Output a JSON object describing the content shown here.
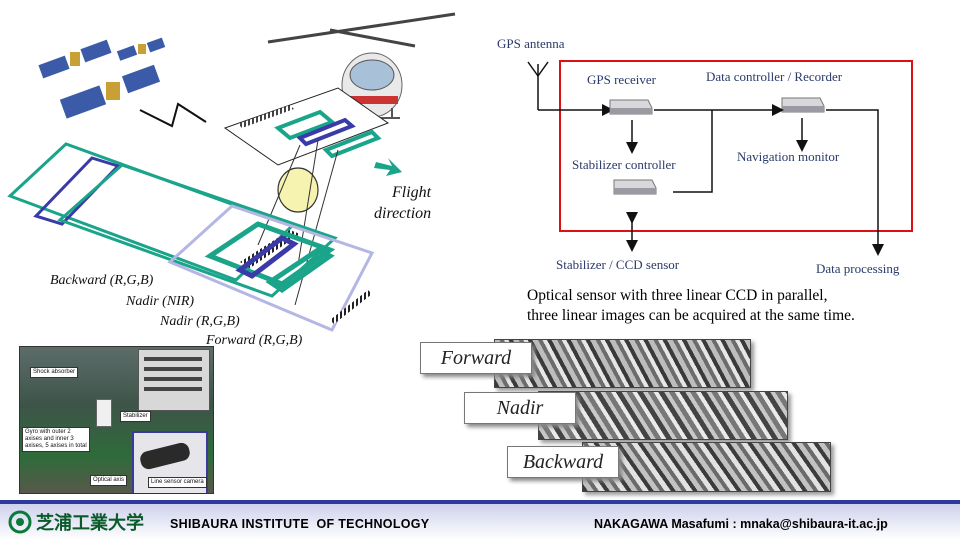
{
  "system": {
    "gps_antenna": "GPS antenna",
    "gps_receiver": "GPS receiver",
    "data_controller": "Data controller / Recorder",
    "stabilizer_controller": "Stabilizer controller",
    "navigation_monitor": "Navigation monitor",
    "stabilizer_ccd": "Stabilizer / CCD sensor",
    "data_processing": "Data processing",
    "box_color": "#dd1111"
  },
  "flight": {
    "direction_line1": "Flight",
    "direction_line2": "direction",
    "arrow_color": "#1aa58a"
  },
  "views": {
    "backward": "Backward (R,G,B)",
    "nadir_nir": "Nadir (NIR)",
    "nadir_rgb": "Nadir (R,G,B)",
    "forward": "Forward (R,G,B)"
  },
  "description": {
    "line1": "Optical sensor with three linear CCD in parallel,",
    "line2": "three linear images can be acquired at the same time."
  },
  "images": {
    "forward": "Forward",
    "nadir": "Nadir",
    "backward": "Backward"
  },
  "photo": {
    "shock_absorber": "Shock absorber",
    "stabilizer": "Stabilizer",
    "gyro": "Gyro with outer 2 axises and inner 3 axises, 5 axises in total",
    "optical_axis": "Optical axis",
    "line_sensor": "Line sensor camera"
  },
  "footer": {
    "logo_text": "芝浦工業大学",
    "institute": "SHIBAURA INSTITUTE  OF TECHNOLOGY",
    "author": "NAKAGAWA Masafumi : mnaka@shibaura-it.ac.jp"
  }
}
